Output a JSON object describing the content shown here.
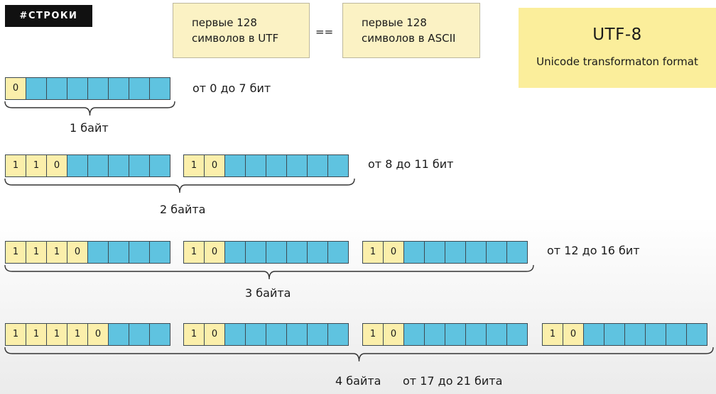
{
  "tag": "#СТРОКИ",
  "note_left": {
    "line1": "первые 128",
    "line2": "символов в UTF"
  },
  "equals": "==",
  "note_right": {
    "line1": "первые 128",
    "line2": "символов в ASCII"
  },
  "utf_box": {
    "title": "UTF-8",
    "subtitle": "Unicode transformaton format"
  },
  "rows": [
    {
      "bytes": [
        [
          "0"
        ]
      ],
      "range": "от 0 до 7 бит",
      "label": "1 байт"
    },
    {
      "bytes": [
        [
          "1",
          "1",
          "0"
        ],
        [
          "1",
          "0"
        ]
      ],
      "range": "от 8 до 11 бит",
      "label": "2 байта"
    },
    {
      "bytes": [
        [
          "1",
          "1",
          "1",
          "0"
        ],
        [
          "1",
          "0"
        ],
        [
          "1",
          "0"
        ]
      ],
      "range": "от 12 до 16 бит",
      "label": "3 байта"
    },
    {
      "bytes": [
        [
          "1",
          "1",
          "1",
          "1",
          "0"
        ],
        [
          "1",
          "0"
        ],
        [
          "1",
          "0"
        ],
        [
          "1",
          "0"
        ]
      ],
      "range": "от 17 до 21 бита",
      "label": "4 байта"
    }
  ],
  "colors": {
    "header_bits": "#fbefab",
    "payload_bits": "#5fc3e0",
    "utf_box": "#fbee9b",
    "note": "#fbf2c4"
  }
}
